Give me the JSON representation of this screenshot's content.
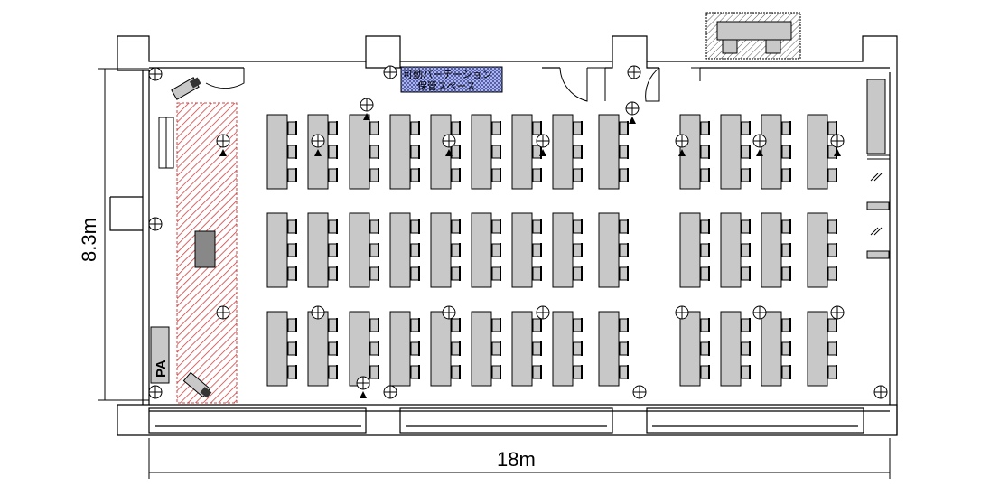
{
  "dimensions": {
    "height_label": "8.3m",
    "width_label": "18m"
  },
  "labels": {
    "pa": "PA",
    "storage_line1": "可動パーテーション",
    "storage_line2": "保管スペース"
  },
  "layout": {
    "column_groups": 2,
    "table_rows": 3,
    "chairs_per_table": 3,
    "tables_per_row": 13
  },
  "colors": {
    "table_fill": "#c8c8c8",
    "stage_hatch": "#d04040",
    "storage_fill": "#9aa3d8",
    "line": "#000000"
  }
}
